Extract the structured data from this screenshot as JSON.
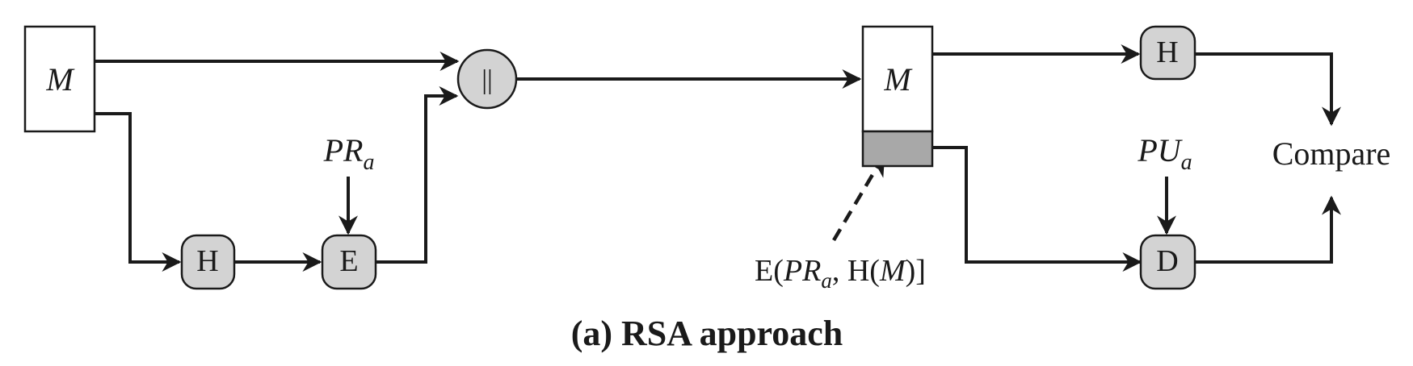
{
  "sender": {
    "message_label": "M",
    "hash_label": "H",
    "encrypt_label": "E",
    "concat_label": "||",
    "private_key": {
      "base": "PR",
      "sub": "a"
    }
  },
  "receiver": {
    "message_label": "M",
    "hash_label": "H",
    "decrypt_label": "D",
    "public_key": {
      "base": "PU",
      "sub": "a"
    },
    "compare_label": "Compare"
  },
  "signature_label": {
    "prefix": "E(",
    "key_base": "PR",
    "key_sub": "a",
    "middle": ", H(",
    "message": "M",
    "suffix": ")]"
  },
  "caption": "(a) RSA approach",
  "colors": {
    "operation_fill": "#d3d3d3",
    "signature_fill": "#a8a8a8",
    "stroke": "#1a1a1a"
  }
}
